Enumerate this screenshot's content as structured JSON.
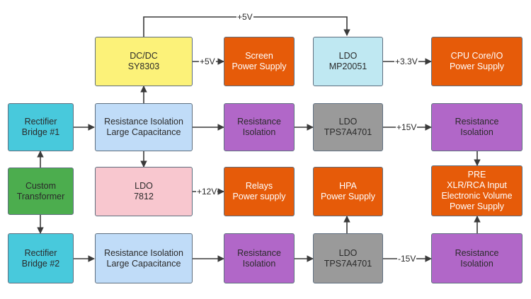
{
  "colors": {
    "teal": "#48c9dc",
    "green": "#4cad4e",
    "light_blue": "#c0dcf8",
    "yellow": "#fcf279",
    "pink": "#f8c7cf",
    "orange": "#e65b09",
    "purple": "#b167c8",
    "gray": "#9a9a9a",
    "light_cyan": "#bfe8f2",
    "line": "#3a3a3a"
  },
  "blocks": {
    "rectifier1": [
      "Rectifier",
      "Bridge #1"
    ],
    "transformer": [
      "Custom",
      "Transformer"
    ],
    "rectifier2": [
      "Rectifier",
      "Bridge #2"
    ],
    "dcdc": [
      "DC/DC",
      "SY8303"
    ],
    "iso_cap1": [
      "Resistance Isolation",
      "Large Capacitance"
    ],
    "ldo7812": [
      "LDO",
      "7812"
    ],
    "iso_cap2": [
      "Resistance Isolation",
      "Large Capacitance"
    ],
    "screen_ps": [
      "Screen",
      "Power Supply"
    ],
    "iso_a": [
      "Resistance",
      "Isolation"
    ],
    "relays_ps": [
      "Relays",
      "Power supply"
    ],
    "iso_b": [
      "Resistance",
      "Isolation"
    ],
    "ldo_mp": [
      "LDO",
      "MP20051"
    ],
    "ldo_tps1": [
      "LDO",
      "TPS7A4701"
    ],
    "hpa_ps": [
      "HPA",
      "Power Supply"
    ],
    "ldo_tps2": [
      "LDO",
      "TPS7A4701"
    ],
    "cpu_ps": [
      "CPU Core/IO",
      "Power Supply"
    ],
    "iso_c": [
      "Resistance",
      "Isolation"
    ],
    "pre_ps": [
      "PRE",
      "XLR/RCA Input",
      "Electronic Volume",
      "Power Supply"
    ],
    "iso_d": [
      "Resistance",
      "Isolation"
    ]
  },
  "labels": {
    "top_5v": "+5V",
    "dcdc_5v": "+5V",
    "v33": "+3.3V",
    "v15": "+15V",
    "v12": "+12V",
    "vneg15": "-15V"
  }
}
